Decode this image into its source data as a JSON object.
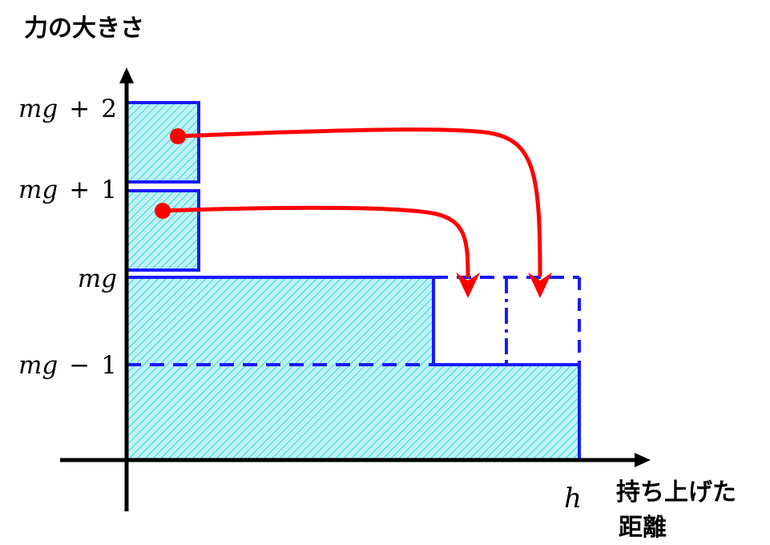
{
  "title": "力の大きさ",
  "x_axis_label_line1": "持ち上げた",
  "x_axis_label_line2": "距離",
  "x_tick": "h",
  "y_ticks": [
    {
      "var": "mg",
      "op": "+",
      "num": "2"
    },
    {
      "var": "mg",
      "op": "+",
      "num": "1"
    },
    {
      "var": "mg",
      "op": "",
      "num": ""
    },
    {
      "var": "mg",
      "op": "−",
      "num": "1"
    }
  ],
  "colors": {
    "axis": "#000000",
    "outline": "#1a1aff",
    "hatch_fill": "#bff3f3",
    "hatch_line": "#3ad0d8",
    "arrow": "#ff0000"
  }
}
